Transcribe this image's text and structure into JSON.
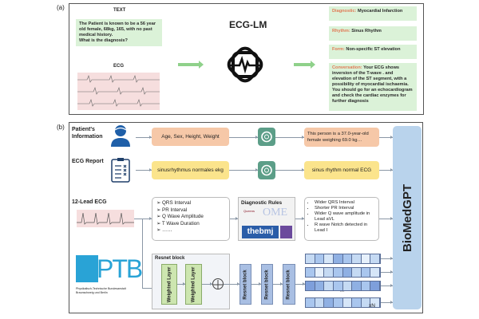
{
  "panel_a": {
    "label": "(a)",
    "text_title": "TEXT",
    "text_prompt": "The Patient is known to be a 56 year old female, 68kg, 165, with no past medical history.\nWhat is the diagnosis?",
    "ecg_title": "ECG",
    "model_title": "ECG-LM",
    "outputs": [
      {
        "key": "Diagnostic:",
        "value": "Myocardial Infarction"
      },
      {
        "key": "Rhythm:",
        "value": "Sinus Rhythm"
      },
      {
        "key": "Form:",
        "value": "Non-specific ST elevation"
      },
      {
        "key": "Conversation:",
        "value": "Your ECG shows inversion of the T-wave . and elevation of the ST segment, with a possibility of myocardial ischaemia. You should go for an echocardiogram and check the cardiac enzymes for further diagnosis"
      }
    ]
  },
  "panel_b": {
    "label": "(b)",
    "rows": {
      "patient": {
        "title": "Patient's Information",
        "input": "Age, Sex, Height, Weight",
        "output": "This person is a 37.0-year-old female weighing 69.0 kg…"
      },
      "report": {
        "title": "ECG Report",
        "input": "sinusrhythmus normales ekg",
        "output": "sinus rhythm normal ECG"
      },
      "ecg": {
        "title": "12-Lead ECG",
        "features": [
          "➢ QRS Interval",
          "➢ PR Interval",
          "➢ Q Wave Amplitude",
          "➢ T Wave Duration",
          "➢ ……"
        ],
        "rules_title": "Diagnostic Rules",
        "rules_logos": [
          "Queens",
          "OME",
          "thebmj"
        ],
        "findings": [
          "Wider QRS Interval",
          "Shorter PR Interval",
          "Wider Q wave amplitude in Lead aVL",
          "R wave Notch detected in Lead I"
        ]
      }
    },
    "resnet": {
      "title": "Resnet block",
      "layer": "Weighted Layer",
      "block": "Resnet block",
      "dots": "...",
      "repeat": "xN"
    },
    "ptb": {
      "logo": "PTB",
      "caption": "Physikalisch-Technische Bundesanstalt Braunschweig und Berlin"
    },
    "model": "BioMedGPT",
    "colors": {
      "orange": "#f6c8a8",
      "yellow": "#fbe48c",
      "blue": "#b9d3ec",
      "gpt": "#5c9e88",
      "green": "#dbf2d8"
    }
  }
}
